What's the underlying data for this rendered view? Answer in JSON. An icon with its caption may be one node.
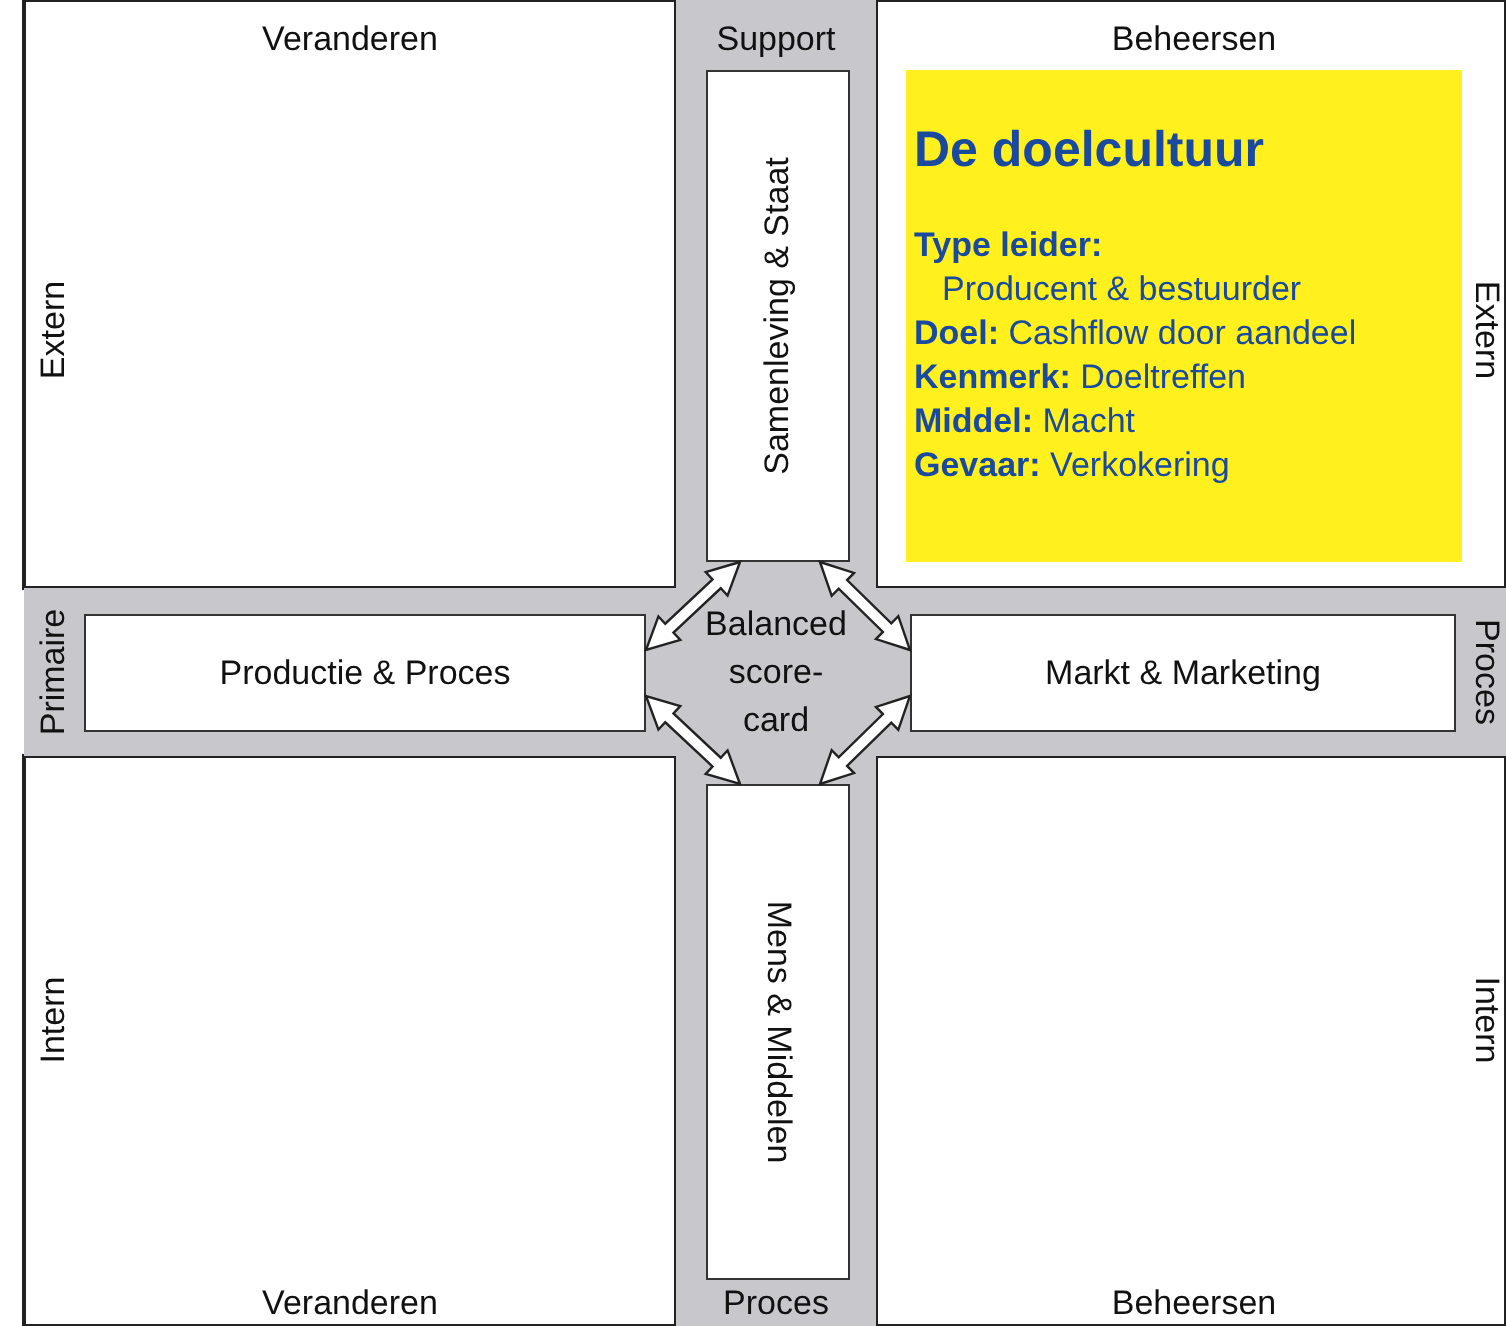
{
  "diagram": {
    "nodes": [
      {
        "text": [
          "Support",
          "Proces"
        ]
      },
      {
        "text": [
          "Primaire",
          "Proces"
        ]
      },
      {
        "text": [
          "Samenleving & Staat"
        ],
        "in": 0
      },
      {
        "text": [
          "Productie & Proces"
        ],
        "in": 1
      },
      {
        "text": [
          "Balanced score-card"
        ]
      },
      {
        "text": [
          "Markt & Marketing"
        ],
        "in": 1
      },
      {
        "text": [
          "Mens & Middelen"
        ],
        "in": 0
      },
      {
        "text": [
          "De doelcultuur",
          "**Type leider:** Producent & bestuurder",
          "**Doel:** Cashflow door aandeel",
          "**Kenmerk:** Doeltreffen",
          "**Middel:** Macht",
          "**Gevaar:** Verkokering"
        ]
      }
    ],
    "edges": [
      {
        "from": 2,
        "to": 3,
        "arrow": "both"
      },
      {
        "from": 2,
        "to": 5,
        "arrow": "both"
      },
      {
        "from": 3,
        "to": 6,
        "arrow": "both"
      },
      {
        "from": 5,
        "to": 6,
        "arrow": "both"
      }
    ],
    "labels": [
      "Veranderen",
      "Beheersen",
      "Extern",
      "Extern",
      "Intern",
      "Intern",
      "Veranderen",
      "Beheersen"
    ]
  }
}
